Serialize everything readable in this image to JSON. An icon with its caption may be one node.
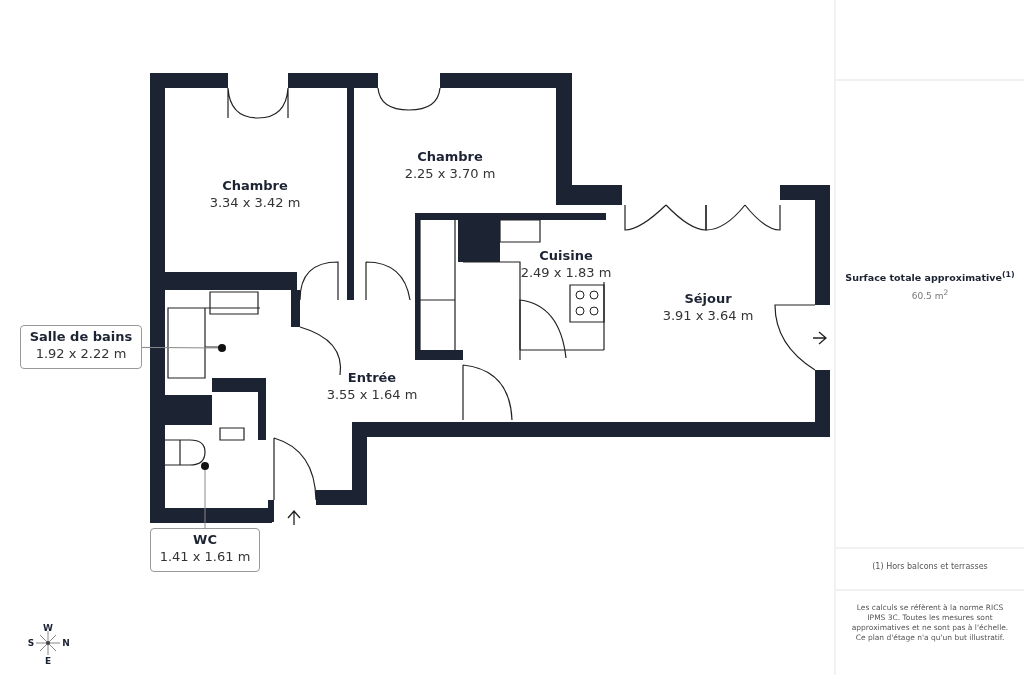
{
  "diagram": {
    "nodes": [
      {
        "text": [
          "Chambre",
          "3.34 x 3.42 m"
        ]
      },
      {
        "text": [
          "Chambre",
          "2.25 x 3.70 m"
        ]
      },
      {
        "text": [
          "Cuisine",
          "2.49 x 1.83 m"
        ]
      },
      {
        "text": [
          "Séjour",
          "3.91 x 3.64 m"
        ]
      },
      {
        "text": [
          "Entrée",
          "3.55 x 1.64 m"
        ]
      },
      {
        "text": [
          "Salle de bains",
          "1.92 x 2.22 m"
        ]
      },
      {
        "text": [],
        "shape": "circle"
      },
      {
        "text": [
          "WC",
          "1.41 x 1.61 m"
        ]
      },
      {
        "text": [],
        "shape": "circle"
      },
      {
        "text": [
          "Surface totale approximative$^{(1)}$",
          "60.5 m$^{2}$"
        ]
      }
    ],
    "edges": [
      {
        "from": 5,
        "to": 6,
        "arrow": "none"
      },
      {
        "from": 7,
        "to": 8,
        "arrow": "none"
      }
    ],
    "labels": [
      "(1) Hors balcons et terrasses",
      "Les calculs se réfèrent à la norme RICS IPMS 3C. Toutes les mesures sont approximatives et ne sont pas à l'échelle. Ce plan d'étage n'a qu'un but illustratif.",
      "W",
      "S",
      "N",
      "E"
    ]
  }
}
